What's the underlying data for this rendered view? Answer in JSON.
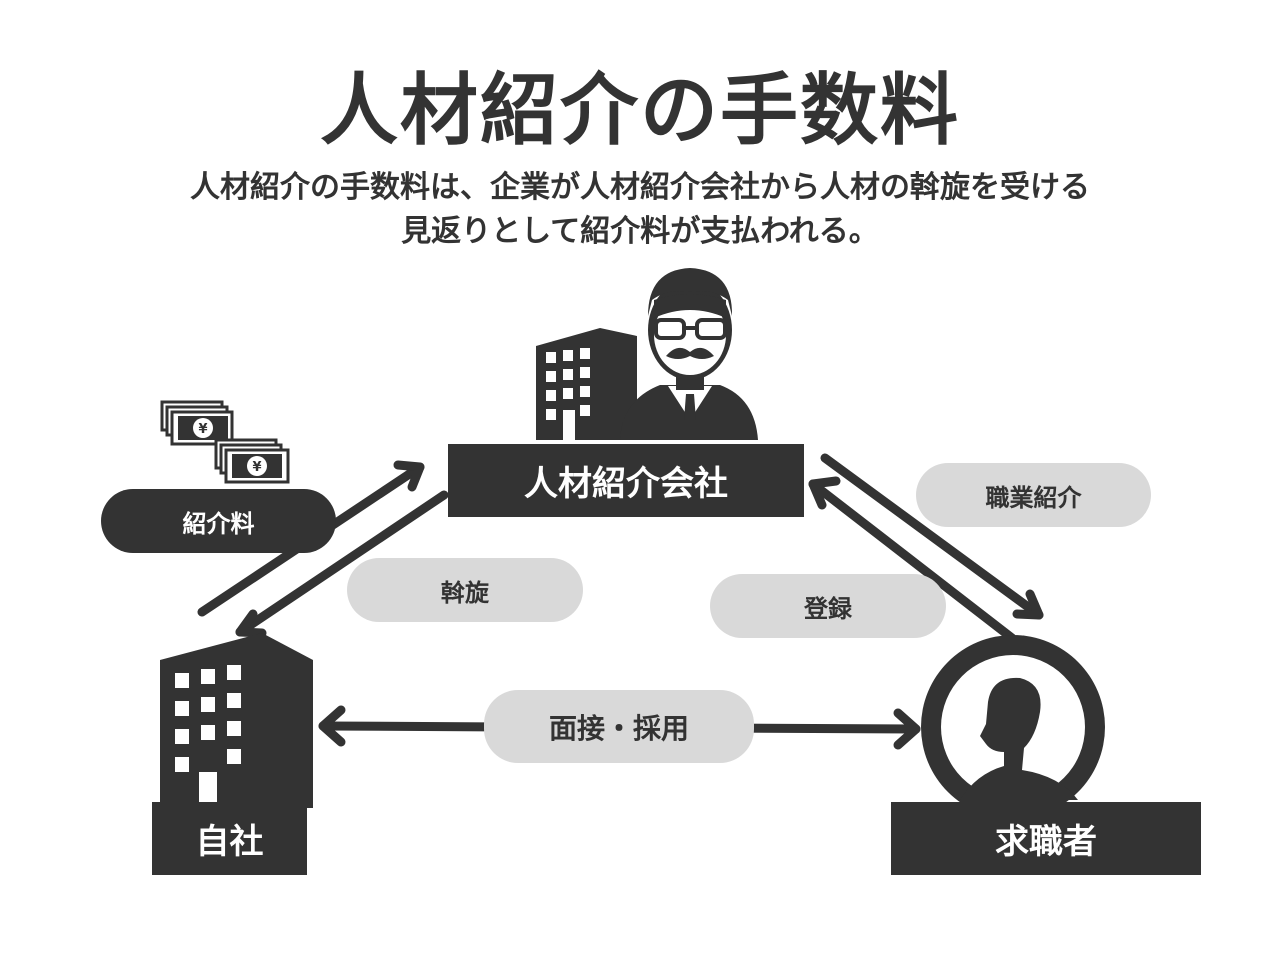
{
  "header": {
    "title": "人材紹介の手数料",
    "subtitle_line1": "人材紹介の手数料は、企業が人材紹介会社から人材の斡旋を受ける",
    "subtitle_line2": "見返りとして紹介料が支払われる。"
  },
  "nodes": {
    "agency": "人材紹介会社",
    "company": "自社",
    "job_seeker": "求職者"
  },
  "edge_labels": {
    "fee": "紹介料",
    "mediation": "斡旋",
    "registration": "登録",
    "job_introduction": "職業紹介",
    "interview_hiring": "面接・採用"
  },
  "icons": {
    "money": "¥"
  },
  "colors": {
    "dark": "#333333",
    "light_pill": "#d9d9d9",
    "background": "#ffffff"
  }
}
